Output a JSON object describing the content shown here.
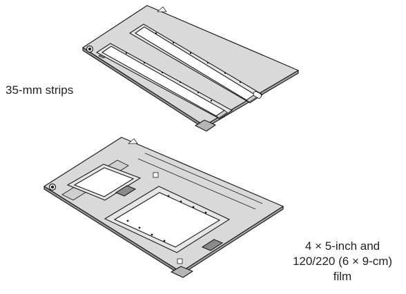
{
  "labels": {
    "strips": "35-mm strips",
    "film_line1": "4 × 5-inch and",
    "film_line2": "120/220 (6 × 9-cm)",
    "film_line3": "film"
  },
  "colors": {
    "holder_fill": "#d9d9d9",
    "outline": "#1a1a1a",
    "window": "#ffffff"
  }
}
